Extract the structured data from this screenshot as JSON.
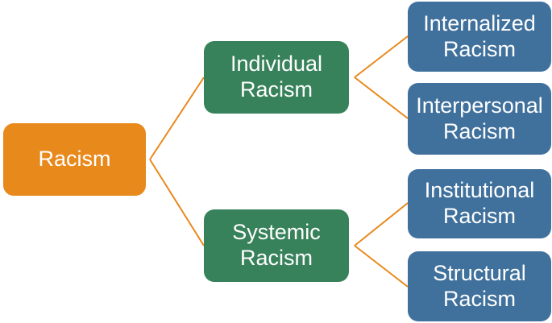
{
  "diagram": {
    "type": "hierarchy-tree",
    "nodes": {
      "root": {
        "label": "Racism",
        "level": 1
      },
      "individual": {
        "label": "Individual Racism",
        "level": 2
      },
      "systemic": {
        "label": "Systemic Racism",
        "level": 2
      },
      "internalized": {
        "label": "Internalized Racism",
        "level": 3
      },
      "interpersonal": {
        "label": "Interpersonal Racism",
        "level": 3
      },
      "institutional": {
        "label": "Institutional Racism",
        "level": 3
      },
      "structural": {
        "label": "Structural Racism",
        "level": 3
      }
    },
    "edges": [
      {
        "from": "Racism",
        "to": "Individual Racism"
      },
      {
        "from": "Racism",
        "to": "Systemic Racism"
      },
      {
        "from": "Individual Racism",
        "to": "Internalized Racism"
      },
      {
        "from": "Individual Racism",
        "to": "Interpersonal Racism"
      },
      {
        "from": "Systemic Racism",
        "to": "Institutional Racism"
      },
      {
        "from": "Systemic Racism",
        "to": "Structural Racism"
      }
    ],
    "colors": {
      "root_fill": "#E8891C",
      "branch_fill": "#37825A",
      "leaf_fill": "#40719C",
      "connector": "#E8891C",
      "text": "#FFFFFF",
      "background": "#FFFFFF"
    }
  }
}
